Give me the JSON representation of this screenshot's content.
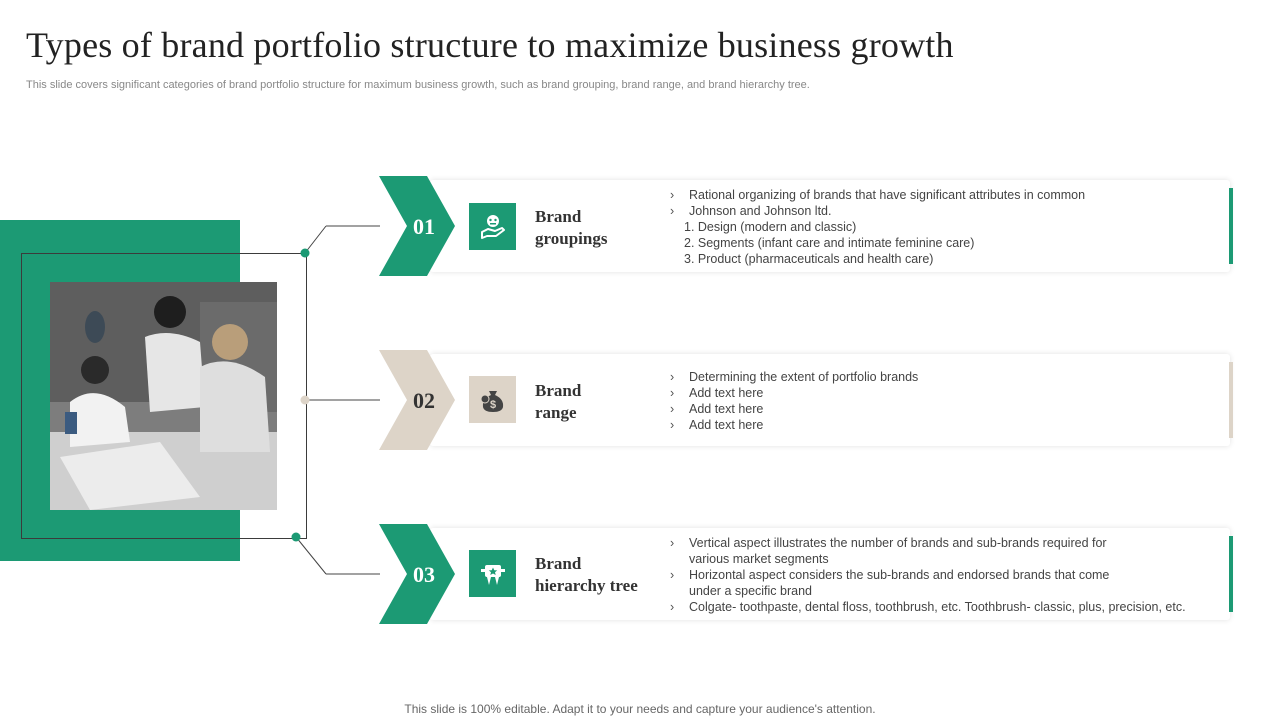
{
  "header": {
    "title": "Types of brand portfolio structure to maximize business growth",
    "subtitle": "This slide covers significant categories of brand portfolio structure for maximum business growth, such as brand grouping, brand range, and brand hierarchy tree."
  },
  "colors": {
    "green": "#1c9a74",
    "beige": "#ddd4c8",
    "dark": "#333333"
  },
  "rows": [
    {
      "number": "01",
      "title_line1": "Brand",
      "title_line2": "groupings",
      "icon": "hand-holding-brand-icon",
      "bullets": [
        "Rational organizing of brands that have significant attributes in common",
        "Johnson and Johnson ltd.",
        "1. Design (modern and classic)",
        "2. Segments (infant care and intimate feminine care)",
        "3. Product (pharmaceuticals and health care)"
      ]
    },
    {
      "number": "02",
      "title_line1": "Brand",
      "title_line2": "range",
      "icon": "money-bag-icon",
      "bullets": [
        "Determining the extent of portfolio brands",
        "Add text here",
        "Add text here",
        "Add text here"
      ]
    },
    {
      "number": "03",
      "title_line1": "Brand",
      "title_line2": "hierarchy tree",
      "icon": "award-ribbon-icon",
      "bullets": [
        "Vertical aspect illustrates the number of brands and sub-brands required for",
        "various market segments",
        "Horizontal aspect considers the sub-brands and endorsed brands that come",
        "under a specific brand",
        "Colgate- toothpaste, dental floss, toothbrush, etc. Toothbrush- classic, plus, precision, etc."
      ]
    }
  ],
  "footer": "This slide is 100% editable. Adapt it to your needs and capture your audience's attention."
}
